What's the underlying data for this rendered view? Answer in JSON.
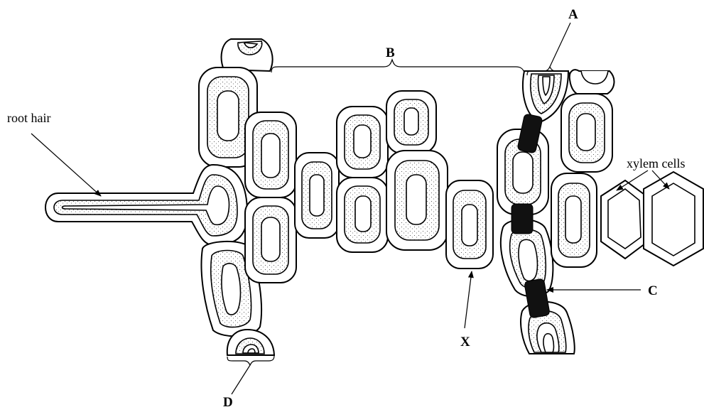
{
  "labels": {
    "root_hair": "root hair",
    "xylem_cells": "xylem cells",
    "a": "A",
    "b": "B",
    "c": "C",
    "d": "D",
    "x": "X"
  }
}
